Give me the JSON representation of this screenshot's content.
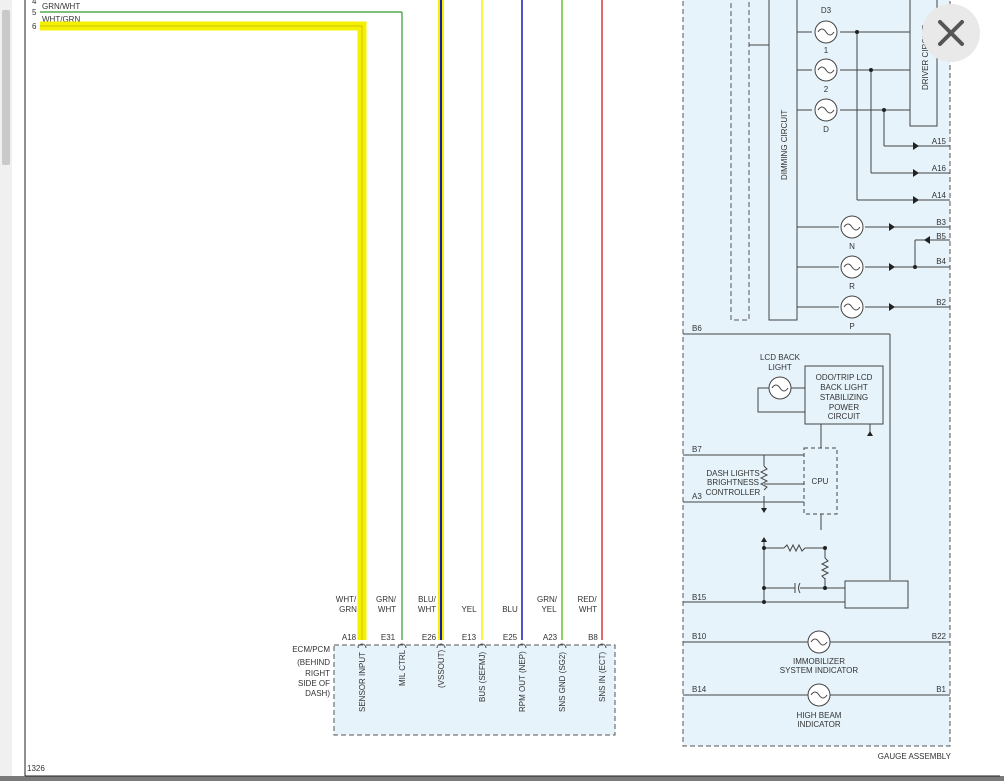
{
  "wires_top": [
    "GRN/WHT",
    "WHT/GRN"
  ],
  "pins_top": [
    "5",
    "6"
  ],
  "ecm": {
    "label": [
      "ECM/PCM",
      "(BEHIND",
      "RIGHT",
      "SIDE OF",
      "DASH)"
    ],
    "terminals": [
      {
        "wire": [
          "WHT/",
          "GRN"
        ],
        "pin": "A18",
        "signal": "SENSOR INPUT",
        "color": "#f5f000"
      },
      {
        "wire": [
          "GRN/",
          "WHT"
        ],
        "pin": "E31",
        "signal": "MIL CTRL",
        "color": "#2e9a2e"
      },
      {
        "wire": [
          "BLU/",
          "WHT"
        ],
        "pin": "E26",
        "signal": "(VSSOUT)",
        "color": "#1a1ab8"
      },
      {
        "wire": [
          "YEL"
        ],
        "pin": "E13",
        "signal": "BUS (SEFMJ)",
        "color": "#f5f000"
      },
      {
        "wire": [
          "BLU"
        ],
        "pin": "E25",
        "signal": "RPM OUT (NEP)",
        "color": "#1a1ab8"
      },
      {
        "wire": [
          "GRN/",
          "YEL"
        ],
        "pin": "A23",
        "signal": "SNS GND (SG2)",
        "color": "#2e9a2e"
      },
      {
        "wire": [
          "RED/",
          "WHT"
        ],
        "pin": "B8",
        "signal": "SNS IN (ECT)",
        "color": "#d63a3a"
      }
    ]
  },
  "gauge": {
    "title": "GAUGE ASSEMBLY",
    "dimming": "DIMMING CIRCUIT",
    "driver": "DRIVER CIRCUIT",
    "bulbs": [
      "D3",
      "1",
      "2",
      "D",
      "N",
      "R",
      "P"
    ],
    "right_pins": [
      "A15",
      "A16",
      "A14",
      "B3",
      "B5",
      "B4",
      "B2"
    ],
    "left_pins": [
      "B6",
      "B7",
      "A3",
      "B15",
      "B10",
      "B14"
    ],
    "lcd_back_light": [
      "LCD BACK",
      "LIGHT"
    ],
    "odo_circuit": [
      "ODO/TRIP LCD",
      "BACK LIGHT",
      "STABILIZING",
      "POWER",
      "CIRCUIT"
    ],
    "cpu": "CPU",
    "dash_controller": [
      "DASH LIGHTS",
      "BRIGHTNESS",
      "CONTROLLER"
    ],
    "immobilizer": {
      "label": [
        "IMMOBILIZER",
        "SYSTEM INDICATOR"
      ],
      "pin_left": "B10",
      "pin_right": "B22"
    },
    "high_beam": {
      "label": [
        "HIGH BEAM",
        "INDICATOR"
      ],
      "pin_left": "B14",
      "pin_right": "B1"
    }
  },
  "footer_code": "1326",
  "close_label": "close"
}
